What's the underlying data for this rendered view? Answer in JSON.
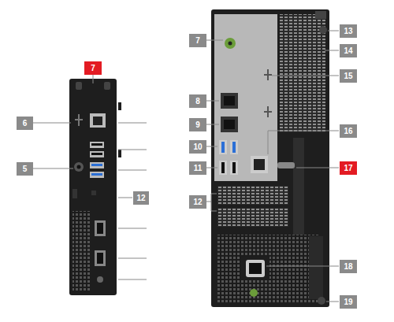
{
  "diagram": {
    "labels": [
      "7",
      "6",
      "5",
      "12",
      "7",
      "13",
      "8",
      "14",
      "15",
      "9",
      "10",
      "16",
      "11",
      "17",
      "12",
      "18",
      "19"
    ]
  }
}
